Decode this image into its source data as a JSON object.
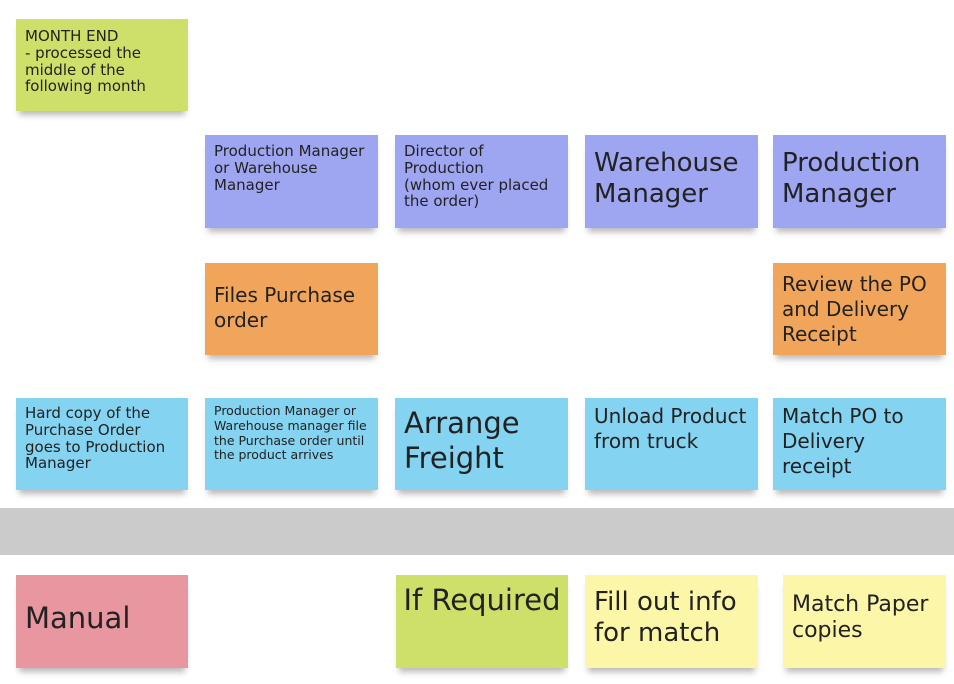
{
  "colors": {
    "lime": "#cfe06a",
    "purple": "#9ea6f2",
    "orange": "#f1a55a",
    "blue": "#84d3f1",
    "pink": "#e8969f",
    "yellow": "#fbf6a8",
    "band": "#cbcbcb"
  },
  "notes": {
    "month_end": "MONTH END\n- processed the middle of the following month",
    "role_prod_or_wh": "Production Manager or Warehouse Manager",
    "role_director": "Director of Production\n(whom ever placed the order)",
    "role_warehouse": "Warehouse Manager",
    "role_production": "Production Manager",
    "files_po": "Files Purchase order",
    "review_po": "Review the PO and Delivery Receipt",
    "hard_copy": "Hard copy of the Purchase Order goes to Production Manager",
    "manager_file": "Production Manager or Warehouse manager file the Purchase order until the product arrives",
    "arrange_freight": "Arrange Freight",
    "unload_product": "Unload Product from truck",
    "match_po": "Match PO to Delivery receipt",
    "manual": "Manual",
    "if_required": "If Required",
    "fill_out": "Fill out info for match",
    "match_paper": "Match Paper copies"
  }
}
